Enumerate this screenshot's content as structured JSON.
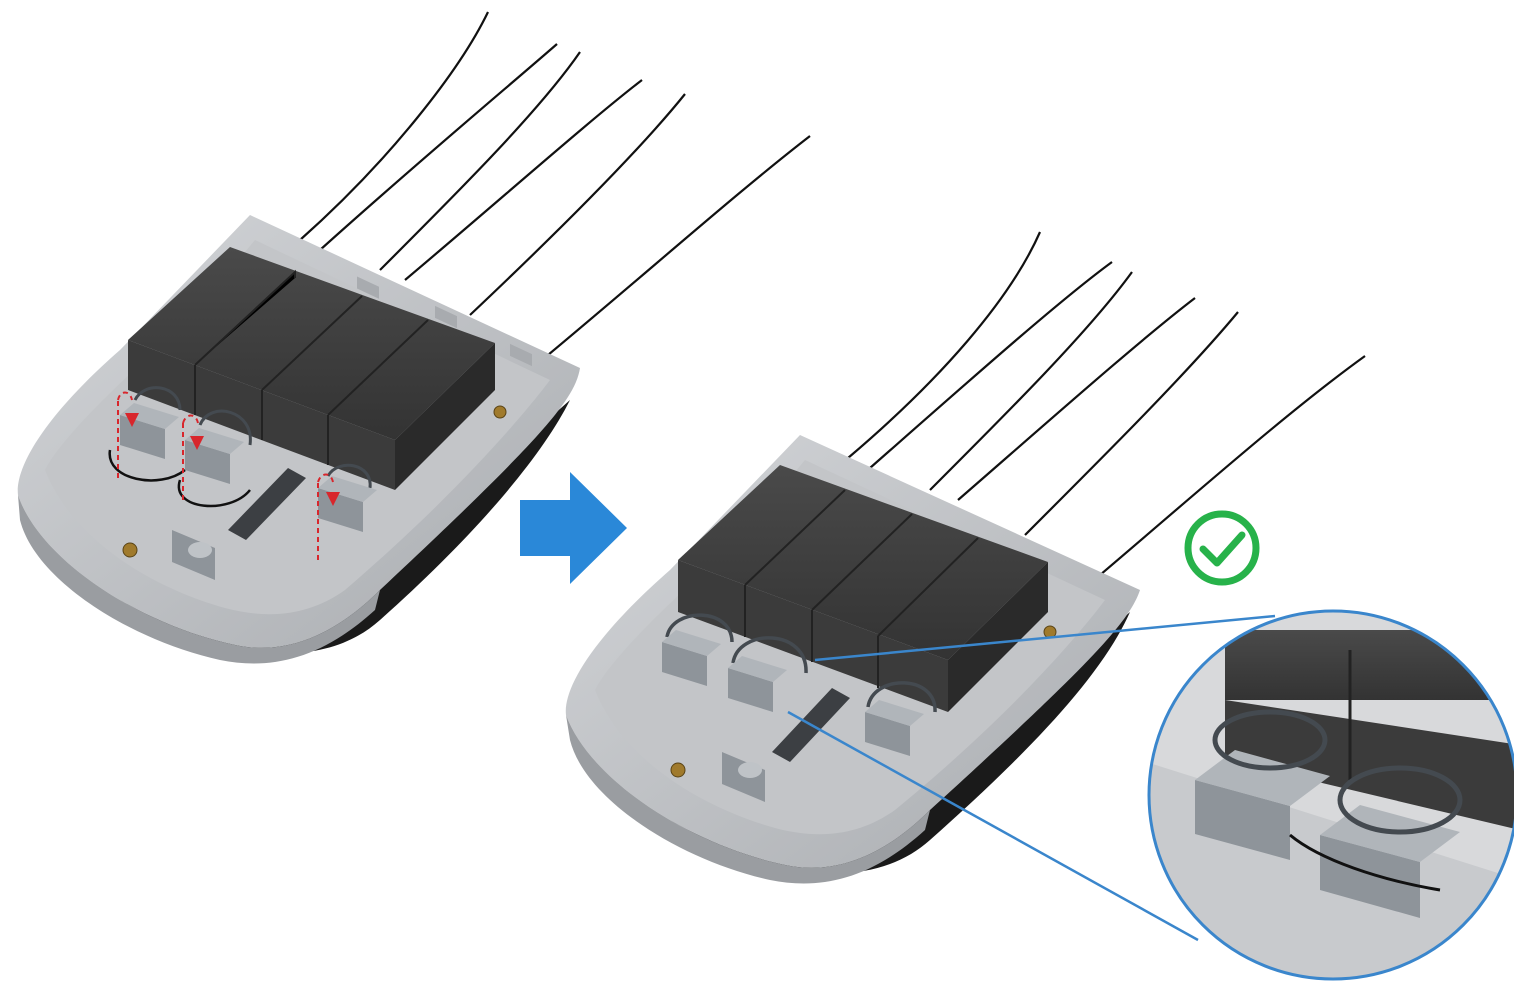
{
  "figure": {
    "background": "#ffffff",
    "panels": [
      {
        "id": "before",
        "state": "cables-loose",
        "icon": "red-dashed-down-arrows"
      },
      {
        "id": "after",
        "state": "cables-coiled",
        "icon": "check-circle-icon"
      }
    ],
    "transition_icon": "right-arrow-icon",
    "zoom_callout": {
      "shows": "cable-coil-detail"
    }
  },
  "colors": {
    "arrow_blue": "#2a88d8",
    "check_green": "#27b24a",
    "guide_red": "#d8262c",
    "callout_blue": "#3a86cc",
    "battery": "#3b3b3b",
    "housing": "#c3c5c8",
    "housing_dark": "#9a9da1",
    "bracket": "#8e949a",
    "cable": "#111111"
  }
}
